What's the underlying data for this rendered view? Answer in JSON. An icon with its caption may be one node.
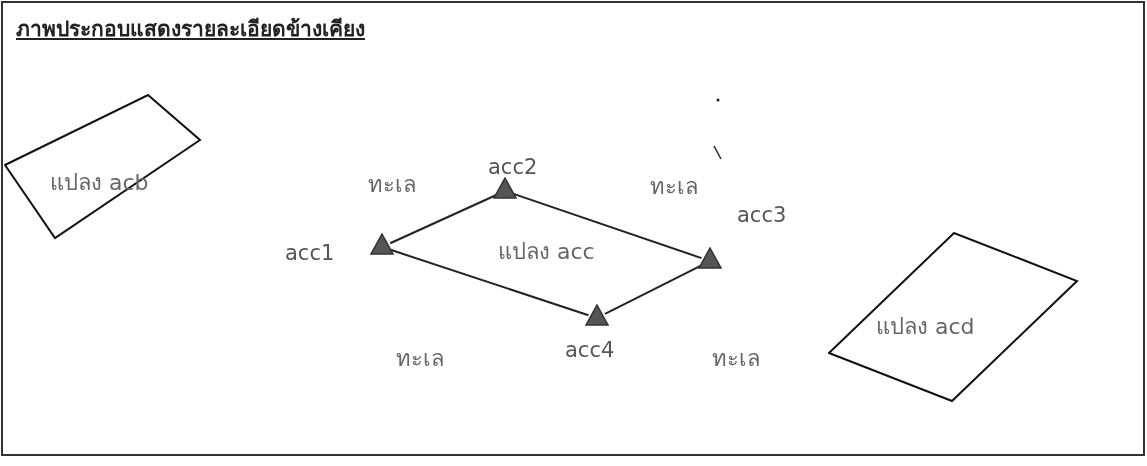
{
  "diagram": {
    "title": "ภาพประกอบแสดงรายละเอียดข้างเคียง",
    "nodes": [
      {
        "text": [
          "แปลง acb"
        ]
      },
      {
        "text": [],
        "shape": "triangle",
        "beside": [
          "acc1"
        ]
      },
      {
        "text": [],
        "shape": "triangle",
        "beside": [
          "acc2"
        ]
      },
      {
        "text": [],
        "shape": "triangle",
        "beside": [
          "acc3"
        ]
      },
      {
        "text": [],
        "shape": "triangle",
        "beside": [
          "acc4"
        ]
      },
      {
        "text": [
          "แปลง acd"
        ]
      }
    ],
    "edges": [
      {
        "from": 1,
        "to": 2,
        "arrow": "none"
      },
      {
        "from": 2,
        "to": 3,
        "arrow": "none"
      },
      {
        "from": 3,
        "to": 4,
        "arrow": "none"
      },
      {
        "from": 4,
        "to": 1,
        "arrow": "none"
      }
    ],
    "labels": [
      "ทะเล",
      "ทะเล",
      "แปลง acc",
      "ทะเล",
      "ทะเล"
    ]
  }
}
